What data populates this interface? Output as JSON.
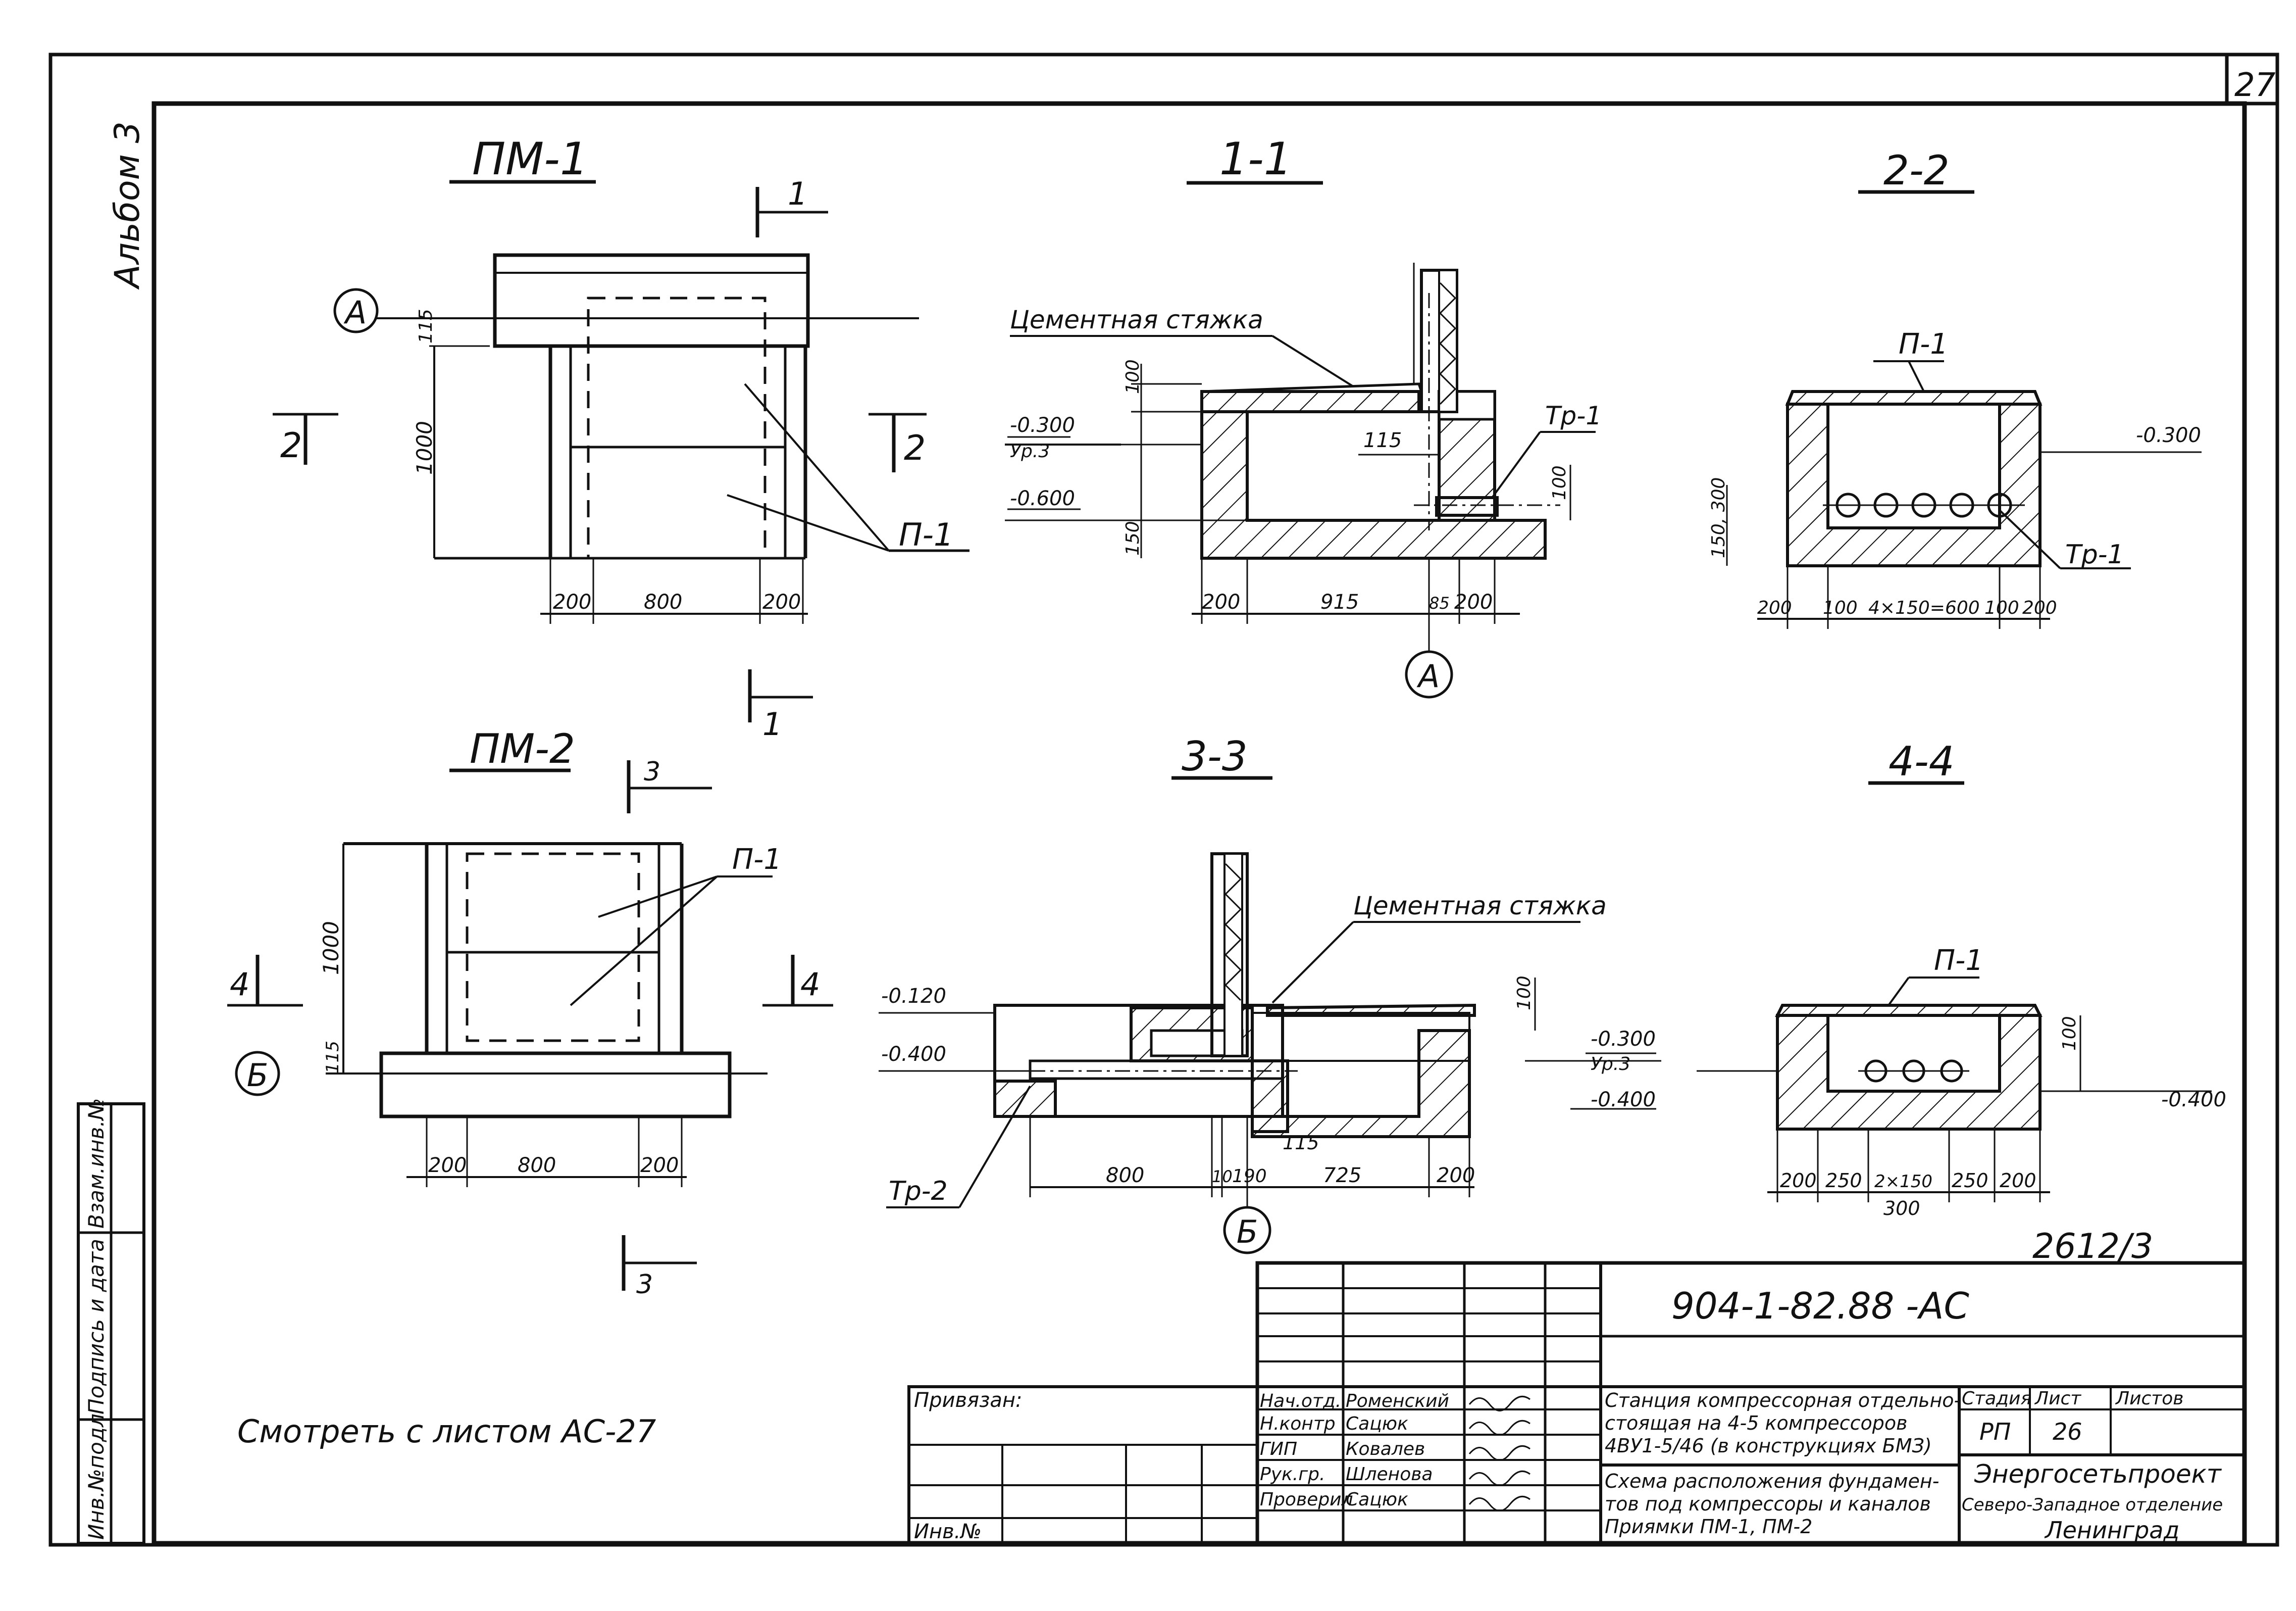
{
  "sheet": {
    "number": "27",
    "album": "Альбом 3",
    "code_hand": "2612/3",
    "designation": "904-1-82.88 -АС",
    "see_with": "Смотреть с листом АС-27"
  },
  "views": {
    "pm1": {
      "title": "ПМ-1",
      "axis": "А",
      "cut1": "1",
      "cut2": "2",
      "panel": "П-1",
      "dim_h": "1000",
      "dim_top": "115",
      "dim_w": [
        "200",
        "800",
        "200"
      ]
    },
    "s11": {
      "title": "1-1",
      "screed": "Цементная стяжка",
      "lev1": "-0.300",
      "lev1b": "Ур.3",
      "lev2": "-0.600",
      "pipe": "Тр-1",
      "axis": "А",
      "dims": {
        "d100a": "100",
        "d115": "115",
        "d100b": "100",
        "d150": "150"
      },
      "dim_w": [
        "200",
        "915",
        "85",
        "200"
      ]
    },
    "s22": {
      "title": "2-2",
      "panel": "П-1",
      "pipe": "Тр-1",
      "lev": "-0.300",
      "dim_h": "150, 300",
      "dim_w": [
        "200",
        "100",
        "4×150=600",
        "100",
        "200"
      ]
    },
    "pm2": {
      "title": "ПМ-2",
      "axis": "Б",
      "cut3": "3",
      "cut4": "4",
      "panel": "П-1",
      "dim_h": "1000",
      "dim_bot": "115",
      "dim_w": [
        "200",
        "800",
        "200"
      ]
    },
    "s33": {
      "title": "3-3",
      "screed": "Цементная стяжка",
      "lev1": "-0.120",
      "lev2": "-0.400",
      "lev3": "-0.300",
      "lev3b": "Ур.3",
      "lev4": "-0.400",
      "pipe": "Тр-2",
      "axis": "Б",
      "d100": "100",
      "d115": "115",
      "dim_w": [
        "800",
        "10",
        "190",
        "725",
        "200"
      ]
    },
    "s44": {
      "title": "4-4",
      "panel": "П-1",
      "lev": "-0.400",
      "d100": "100",
      "dim_w": [
        "200",
        "250",
        "2×150",
        "250",
        "200"
      ],
      "dim_sub": "300"
    }
  },
  "side_stamp": {
    "inv_podl": "Инв.№подл",
    "podpis": "Подпись и дата",
    "vzam": "Взам.инв.№"
  },
  "title_block": {
    "privyazan": "Привязан:",
    "inv": "Инв.№",
    "roles": [
      "Нач.отд.",
      "Н.контр",
      "ГИП",
      "Рук.гр.",
      "Проверил"
    ],
    "names": [
      "Роменский",
      "Сацюк",
      "Ковалев",
      "Шленова",
      "Сацюк"
    ],
    "project": "Станция компрессорная отдельно-стоящая на 4-5 компрессоров 4ВУ1-5/46 (в конструкциях БМЗ)",
    "project_lines": [
      "Станция компрессорная отдельно-",
      "стоящая на 4-5 компрессоров",
      "4ВУ1-5/46 (в конструкциях БМЗ)"
    ],
    "sheet_title_lines": [
      "Схема расположения фундамен-",
      "тов под компрессоры и каналов",
      "Приямки ПМ-1, ПМ-2"
    ],
    "hdr_stage": "Стадия",
    "hdr_sheet": "Лист",
    "hdr_sheets": "Листов",
    "stage": "РП",
    "sheet_no": "26",
    "org_lines": [
      "Энергосетьпроект",
      "Северо-Западное отделение",
      "Ленинград"
    ]
  }
}
